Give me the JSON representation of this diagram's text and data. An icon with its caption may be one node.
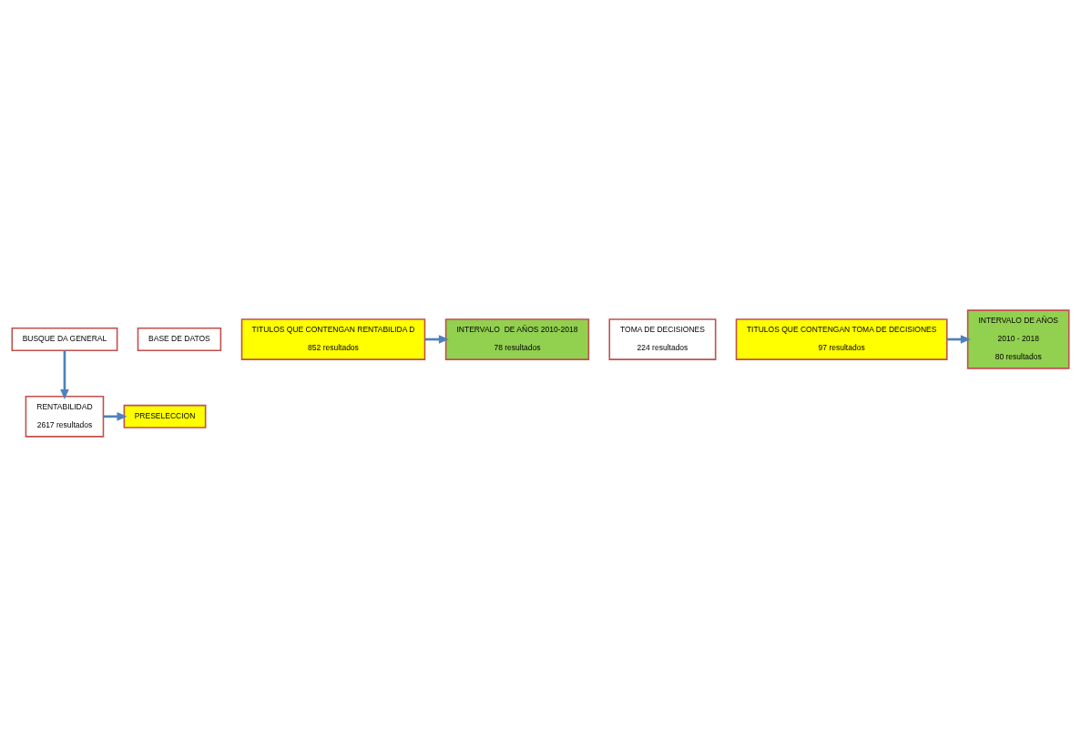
{
  "diagram": {
    "nodes": [
      {
        "text": [
          "BUSQUE DA GENERAL"
        ]
      },
      {
        "text": [
          "BASE DE DATOS"
        ]
      },
      {
        "text": [
          "TITULOS QUE CONTENGAN RENTABILIDA D",
          "852 resultados"
        ]
      },
      {
        "text": [
          "INTERVALO  DE AÑOS 2010-2018",
          "78 resultados"
        ]
      },
      {
        "text": [
          "RENTABILIDAD",
          "2617 resultados"
        ]
      },
      {
        "text": [
          "PRESELECCION"
        ]
      },
      {
        "text": [
          "TOMA DE DECISIONES",
          "224 resultados"
        ]
      },
      {
        "text": [
          "TITULOS QUE CONTENGAN TOMA DE DECISIONES",
          "97 resultados"
        ]
      },
      {
        "text": [
          "INTERVALO DE AÑOS",
          "2010 - 2018",
          "80 resultados"
        ]
      }
    ],
    "edges": [
      {
        "from": 0,
        "to": 4,
        "arrow": "to"
      },
      {
        "from": 4,
        "to": 5,
        "arrow": "to"
      },
      {
        "from": 2,
        "to": 3,
        "arrow": "to"
      },
      {
        "from": 7,
        "to": 8,
        "arrow": "to"
      }
    ]
  }
}
